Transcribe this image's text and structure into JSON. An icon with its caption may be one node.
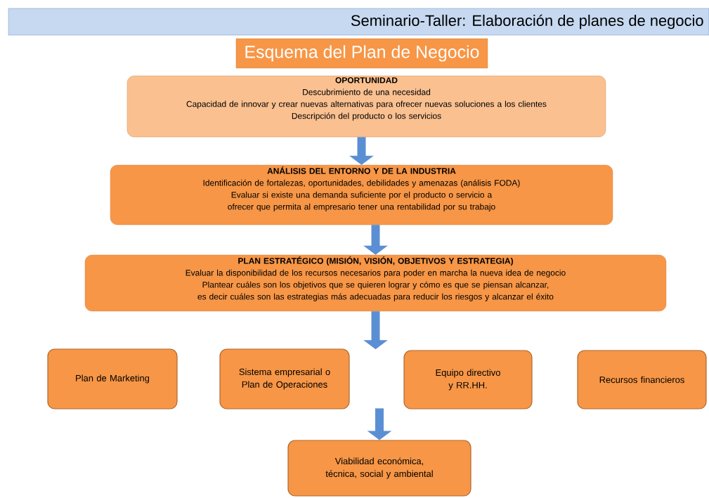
{
  "diagram": {
    "title": "Esquema del Plan de Negocio",
    "nodes": [
      {
        "text": [
          "Seminario-Taller: Elaboración de planes de negocio"
        ]
      },
      {
        "text": [
          "OPORTUNIDAD",
          "Descubrimiento de una necesidad",
          "Capacidad de innovar y crear nuevas alternativas para ofrecer nuevas soluciones a los clientes",
          "Descripción del producto o los servicios"
        ]
      },
      {
        "text": [
          "ANÁLISIS DEL ENTORNO Y DE LA INDUSTRIA",
          "Identificación de fortalezas, oportunidades, debilidades y amenazas (análisis FODA)",
          "Evaluar si existe una demanda suficiente por el producto o servicio a ofrecer que permita al empresario tener una rentabilidad por su trabajo"
        ]
      },
      {
        "text": [
          "PLAN ESTRATÉGICO (MISIÓN, VISIÓN, OBJETIVOS Y ESTRATEGIA)",
          "Evaluar la disponibilidad de los recursos necesarios para poder en marcha la nueva idea de negocio",
          "Plantear cuáles son los objetivos que se quieren lograr y cómo es que se piensan alcanzar, es decir cuáles son las estrategias más adecuadas para reducir los riesgos y alcanzar el éxito"
        ]
      },
      {
        "text": [
          "Plan de Marketing"
        ]
      },
      {
        "text": [
          "Sistema empresarial o Plan de Operaciones"
        ]
      },
      {
        "text": [
          "Equipo directivo y RR.HH."
        ]
      },
      {
        "text": [
          "Recursos financieros"
        ]
      },
      {
        "text": [
          "Viabilidad económica, técnica, social y ambiental"
        ]
      }
    ],
    "edges": [
      {
        "from": 1,
        "to": 2,
        "arrow": "to"
      },
      {
        "from": 2,
        "to": 3,
        "arrow": "to"
      },
      {
        "from": 3,
        "to": null,
        "arrow": "to"
      },
      {
        "from": null,
        "to": 8,
        "arrow": "to"
      }
    ]
  }
}
